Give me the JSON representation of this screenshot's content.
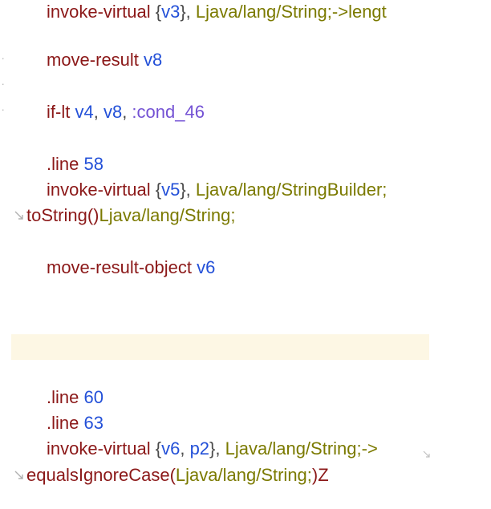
{
  "code": {
    "l1": {
      "t1": "invoke-virtual",
      "t2": " {",
      "t3": "v3",
      "t4": "}, ",
      "t5": "Ljava/lang/String;->lengt"
    },
    "l2": {
      "t1": "move-result",
      "t2": " ",
      "t3": "v8"
    },
    "l3": {
      "t1": "if-lt",
      "t2": " ",
      "t3": "v4",
      "t4": ", ",
      "t5": "v8",
      "t6": ", ",
      "t7": ":cond_46"
    },
    "l4": {
      "t1": ".line",
      "t2": " ",
      "t3": "58"
    },
    "l5": {
      "t1": "invoke-virtual",
      "t2": " {",
      "t3": "v5",
      "t4": "}, ",
      "t5": "Ljava/lang/StringBuilder;"
    },
    "l5b": {
      "t1": "toString()",
      "t2": "Ljava/lang/String;"
    },
    "l6": {
      "t1": "move-result-object",
      "t2": " ",
      "t3": "v6"
    },
    "l7": {
      "t1": ".line",
      "t2": " ",
      "t3": "60"
    },
    "l8": {
      "t1": ".line",
      "t2": " ",
      "t3": "63"
    },
    "l9": {
      "t1": "invoke-virtual",
      "t2": " {",
      "t3": "v6",
      "t4": ", ",
      "t5": "p2",
      "t6": "}, ",
      "t7": "Ljava/lang/String;->"
    },
    "l9b": {
      "t1": "equalsIgnoreCase(",
      "t2": "Ljava/lang/String;",
      "t3": ")Z"
    }
  },
  "colors": {
    "keyword": "#8b1818",
    "register": "#2350d8",
    "type": "#7b7a00",
    "label": "#7452d4",
    "current_line": "#fdf7e4"
  },
  "icons": [
    "wrap-indicator-icon",
    "wrap-end-icon"
  ]
}
